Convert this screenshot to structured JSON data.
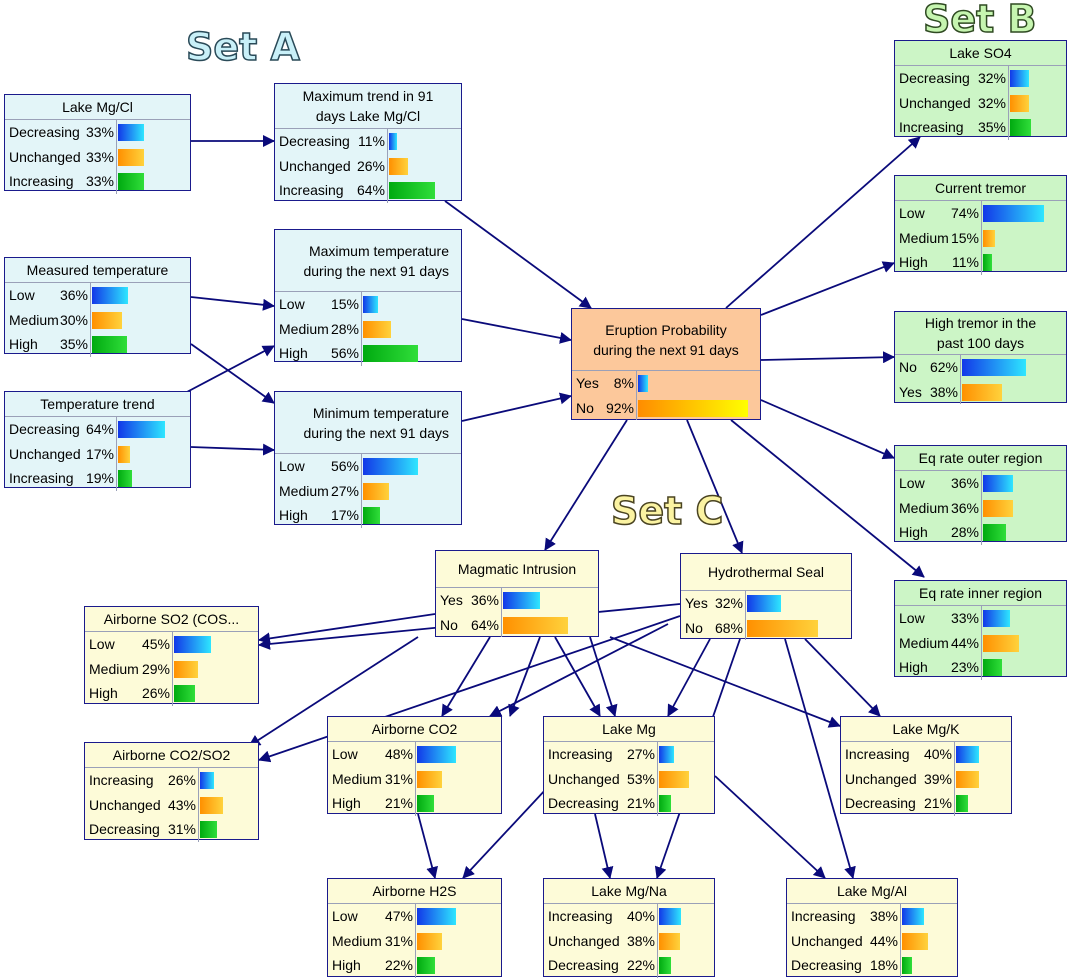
{
  "sets": {
    "a": "Set A",
    "b": "Set B",
    "c": "Set C"
  },
  "colors": {
    "edge": "#0a0a7a",
    "border": "#1a1a8c",
    "set_a_fill": "#e3f5f8",
    "set_b_fill": "#ccf5c6",
    "set_c_fill": "#fdfbd8",
    "center_fill": "#fcc89b"
  },
  "nodes": [
    {
      "id": "lake-mg-cl",
      "title": [
        "Lake Mg/Cl"
      ],
      "states": [
        {
          "label": "Decreasing",
          "pct": "33%",
          "value": 33,
          "color": "blue"
        },
        {
          "label": "Unchanged",
          "pct": "33%",
          "value": 33,
          "color": "orange"
        },
        {
          "label": "Increasing",
          "pct": "33%",
          "value": 33,
          "color": "green"
        }
      ]
    },
    {
      "id": "max-trend-mg-cl",
      "title": [
        "Maximum trend in 91",
        "days Lake Mg/Cl"
      ],
      "states": [
        {
          "label": "Decreasing",
          "pct": "11%",
          "value": 11,
          "color": "blue"
        },
        {
          "label": "Unchanged",
          "pct": "26%",
          "value": 26,
          "color": "orange"
        },
        {
          "label": "Increasing",
          "pct": "64%",
          "value": 64,
          "color": "green"
        }
      ]
    },
    {
      "id": "measured-temperature",
      "title": [
        "Measured temperature"
      ],
      "states": [
        {
          "label": "Low",
          "pct": "36%",
          "value": 36,
          "color": "blue"
        },
        {
          "label": "Medium",
          "pct": "30%",
          "value": 30,
          "color": "orange"
        },
        {
          "label": "High",
          "pct": "35%",
          "value": 35,
          "color": "green"
        }
      ]
    },
    {
      "id": "max-temperature",
      "title": [
        "Maximum temperature",
        "during the next 91 days"
      ],
      "states": [
        {
          "label": "Low",
          "pct": "15%",
          "value": 15,
          "color": "blue"
        },
        {
          "label": "Medium",
          "pct": "28%",
          "value": 28,
          "color": "orange"
        },
        {
          "label": "High",
          "pct": "56%",
          "value": 56,
          "color": "green"
        }
      ]
    },
    {
      "id": "temperature-trend",
      "title": [
        "Temperature trend"
      ],
      "states": [
        {
          "label": "Decreasing",
          "pct": "64%",
          "value": 64,
          "color": "blue"
        },
        {
          "label": "Unchanged",
          "pct": "17%",
          "value": 17,
          "color": "orange"
        },
        {
          "label": "Increasing",
          "pct": "19%",
          "value": 19,
          "color": "green"
        }
      ]
    },
    {
      "id": "min-temperature",
      "title": [
        "Minimum temperature",
        "during the next 91 days"
      ],
      "states": [
        {
          "label": "Low",
          "pct": "56%",
          "value": 56,
          "color": "blue"
        },
        {
          "label": "Medium",
          "pct": "27%",
          "value": 27,
          "color": "orange"
        },
        {
          "label": "High",
          "pct": "17%",
          "value": 17,
          "color": "green"
        }
      ]
    },
    {
      "id": "eruption-probability",
      "title": [
        "Eruption Probability",
        "during the next 91 days"
      ],
      "states": [
        {
          "label": "Yes",
          "pct": "8%",
          "value": 8,
          "color": "blue"
        },
        {
          "label": "No",
          "pct": "92%",
          "value": 92,
          "color": "yellow"
        }
      ]
    },
    {
      "id": "lake-so4",
      "title": [
        "Lake SO4"
      ],
      "states": [
        {
          "label": "Decreasing",
          "pct": "32%",
          "value": 32,
          "color": "blue"
        },
        {
          "label": "Unchanged",
          "pct": "32%",
          "value": 32,
          "color": "orange"
        },
        {
          "label": "Increasing",
          "pct": "35%",
          "value": 35,
          "color": "green"
        }
      ]
    },
    {
      "id": "current-tremor",
      "title": [
        "Current tremor"
      ],
      "states": [
        {
          "label": "Low",
          "pct": "74%",
          "value": 74,
          "color": "blue"
        },
        {
          "label": "Medium",
          "pct": "15%",
          "value": 15,
          "color": "orange"
        },
        {
          "label": "High",
          "pct": "11%",
          "value": 11,
          "color": "green"
        }
      ]
    },
    {
      "id": "high-tremor",
      "title": [
        "High tremor in the",
        "past 100 days"
      ],
      "states": [
        {
          "label": "No",
          "pct": "62%",
          "value": 62,
          "color": "blue"
        },
        {
          "label": "Yes",
          "pct": "38%",
          "value": 38,
          "color": "orange"
        }
      ]
    },
    {
      "id": "eq-rate-outer",
      "title": [
        "Eq rate outer region"
      ],
      "states": [
        {
          "label": "Low",
          "pct": "36%",
          "value": 36,
          "color": "blue"
        },
        {
          "label": "Medium",
          "pct": "36%",
          "value": 36,
          "color": "orange"
        },
        {
          "label": "High",
          "pct": "28%",
          "value": 28,
          "color": "green"
        }
      ]
    },
    {
      "id": "eq-rate-inner",
      "title": [
        "Eq rate inner region"
      ],
      "states": [
        {
          "label": "Low",
          "pct": "33%",
          "value": 33,
          "color": "blue"
        },
        {
          "label": "Medium",
          "pct": "44%",
          "value": 44,
          "color": "orange"
        },
        {
          "label": "High",
          "pct": "23%",
          "value": 23,
          "color": "green"
        }
      ]
    },
    {
      "id": "magmatic-intrusion",
      "title": [
        "Magmatic Intrusion"
      ],
      "states": [
        {
          "label": "Yes",
          "pct": "36%",
          "value": 36,
          "color": "blue"
        },
        {
          "label": "No",
          "pct": "64%",
          "value": 64,
          "color": "orange"
        }
      ]
    },
    {
      "id": "hydrothermal-seal",
      "title": [
        "Hydrothermal Seal"
      ],
      "states": [
        {
          "label": "Yes",
          "pct": "32%",
          "value": 32,
          "color": "blue"
        },
        {
          "label": "No",
          "pct": "68%",
          "value": 68,
          "color": "orange"
        }
      ]
    },
    {
      "id": "airborne-so2",
      "title": [
        "Airborne SO2 (COS..."
      ],
      "states": [
        {
          "label": "Low",
          "pct": "45%",
          "value": 45,
          "color": "blue"
        },
        {
          "label": "Medium",
          "pct": "29%",
          "value": 29,
          "color": "orange"
        },
        {
          "label": "High",
          "pct": "26%",
          "value": 26,
          "color": "green"
        }
      ]
    },
    {
      "id": "airborne-co2-so2",
      "title": [
        "Airborne CO2/SO2"
      ],
      "states": [
        {
          "label": "Increasing",
          "pct": "26%",
          "value": 26,
          "color": "blue"
        },
        {
          "label": "Unchanged",
          "pct": "43%",
          "value": 43,
          "color": "orange"
        },
        {
          "label": "Decreasing",
          "pct": "31%",
          "value": 31,
          "color": "green"
        }
      ]
    },
    {
      "id": "airborne-co2",
      "title": [
        "Airborne CO2"
      ],
      "states": [
        {
          "label": "Low",
          "pct": "48%",
          "value": 48,
          "color": "blue"
        },
        {
          "label": "Medium",
          "pct": "31%",
          "value": 31,
          "color": "orange"
        },
        {
          "label": "High",
          "pct": "21%",
          "value": 21,
          "color": "green"
        }
      ]
    },
    {
      "id": "lake-mg",
      "title": [
        "Lake Mg"
      ],
      "states": [
        {
          "label": "Increasing",
          "pct": "27%",
          "value": 27,
          "color": "blue"
        },
        {
          "label": "Unchanged",
          "pct": "53%",
          "value": 53,
          "color": "orange"
        },
        {
          "label": "Decreasing",
          "pct": "21%",
          "value": 21,
          "color": "green"
        }
      ]
    },
    {
      "id": "lake-mg-k",
      "title": [
        "Lake Mg/K"
      ],
      "states": [
        {
          "label": "Increasing",
          "pct": "40%",
          "value": 40,
          "color": "blue"
        },
        {
          "label": "Unchanged",
          "pct": "39%",
          "value": 39,
          "color": "orange"
        },
        {
          "label": "Decreasing",
          "pct": "21%",
          "value": 21,
          "color": "green"
        }
      ]
    },
    {
      "id": "airborne-h2s",
      "title": [
        "Airborne H2S"
      ],
      "states": [
        {
          "label": "Low",
          "pct": "47%",
          "value": 47,
          "color": "blue"
        },
        {
          "label": "Medium",
          "pct": "31%",
          "value": 31,
          "color": "orange"
        },
        {
          "label": "High",
          "pct": "22%",
          "value": 22,
          "color": "green"
        }
      ]
    },
    {
      "id": "lake-mg-na",
      "title": [
        "Lake Mg/Na"
      ],
      "states": [
        {
          "label": "Increasing",
          "pct": "40%",
          "value": 40,
          "color": "blue"
        },
        {
          "label": "Unchanged",
          "pct": "38%",
          "value": 38,
          "color": "orange"
        },
        {
          "label": "Decreasing",
          "pct": "22%",
          "value": 22,
          "color": "green"
        }
      ]
    },
    {
      "id": "lake-mg-al",
      "title": [
        "Lake Mg/Al"
      ],
      "states": [
        {
          "label": "Increasing",
          "pct": "38%",
          "value": 38,
          "color": "blue"
        },
        {
          "label": "Unchanged",
          "pct": "44%",
          "value": 44,
          "color": "orange"
        },
        {
          "label": "Decreasing",
          "pct": "18%",
          "value": 18,
          "color": "green"
        }
      ]
    }
  ],
  "edges": [
    [
      "lake-mg-cl",
      "max-trend-mg-cl"
    ],
    [
      "measured-temperature",
      "max-temperature"
    ],
    [
      "measured-temperature",
      "min-temperature"
    ],
    [
      "temperature-trend",
      "max-temperature"
    ],
    [
      "temperature-trend",
      "min-temperature"
    ],
    [
      "max-trend-mg-cl",
      "eruption-probability"
    ],
    [
      "max-temperature",
      "eruption-probability"
    ],
    [
      "min-temperature",
      "eruption-probability"
    ],
    [
      "eruption-probability",
      "lake-so4"
    ],
    [
      "eruption-probability",
      "current-tremor"
    ],
    [
      "eruption-probability",
      "high-tremor"
    ],
    [
      "eruption-probability",
      "eq-rate-outer"
    ],
    [
      "eruption-probability",
      "eq-rate-inner"
    ],
    [
      "eruption-probability",
      "magmatic-intrusion"
    ],
    [
      "eruption-probability",
      "hydrothermal-seal"
    ],
    [
      "magmatic-intrusion",
      "airborne-so2"
    ],
    [
      "magmatic-intrusion",
      "airborne-co2-so2"
    ],
    [
      "magmatic-intrusion",
      "airborne-co2"
    ],
    [
      "magmatic-intrusion",
      "lake-mg"
    ],
    [
      "magmatic-intrusion",
      "lake-mg-k"
    ],
    [
      "magmatic-intrusion",
      "airborne-h2s"
    ],
    [
      "magmatic-intrusion",
      "lake-mg-na"
    ],
    [
      "hydrothermal-seal",
      "airborne-so2"
    ],
    [
      "hydrothermal-seal",
      "airborne-co2-so2"
    ],
    [
      "hydrothermal-seal",
      "airborne-co2"
    ],
    [
      "hydrothermal-seal",
      "lake-mg"
    ],
    [
      "hydrothermal-seal",
      "lake-mg-k"
    ],
    [
      "hydrothermal-seal",
      "lake-mg-na"
    ],
    [
      "hydrothermal-seal",
      "lake-mg-al"
    ],
    [
      "airborne-co2",
      "airborne-h2s"
    ],
    [
      "lake-mg",
      "airborne-h2s"
    ],
    [
      "lake-mg",
      "lake-mg-na"
    ],
    [
      "lake-mg",
      "lake-mg-al"
    ]
  ]
}
